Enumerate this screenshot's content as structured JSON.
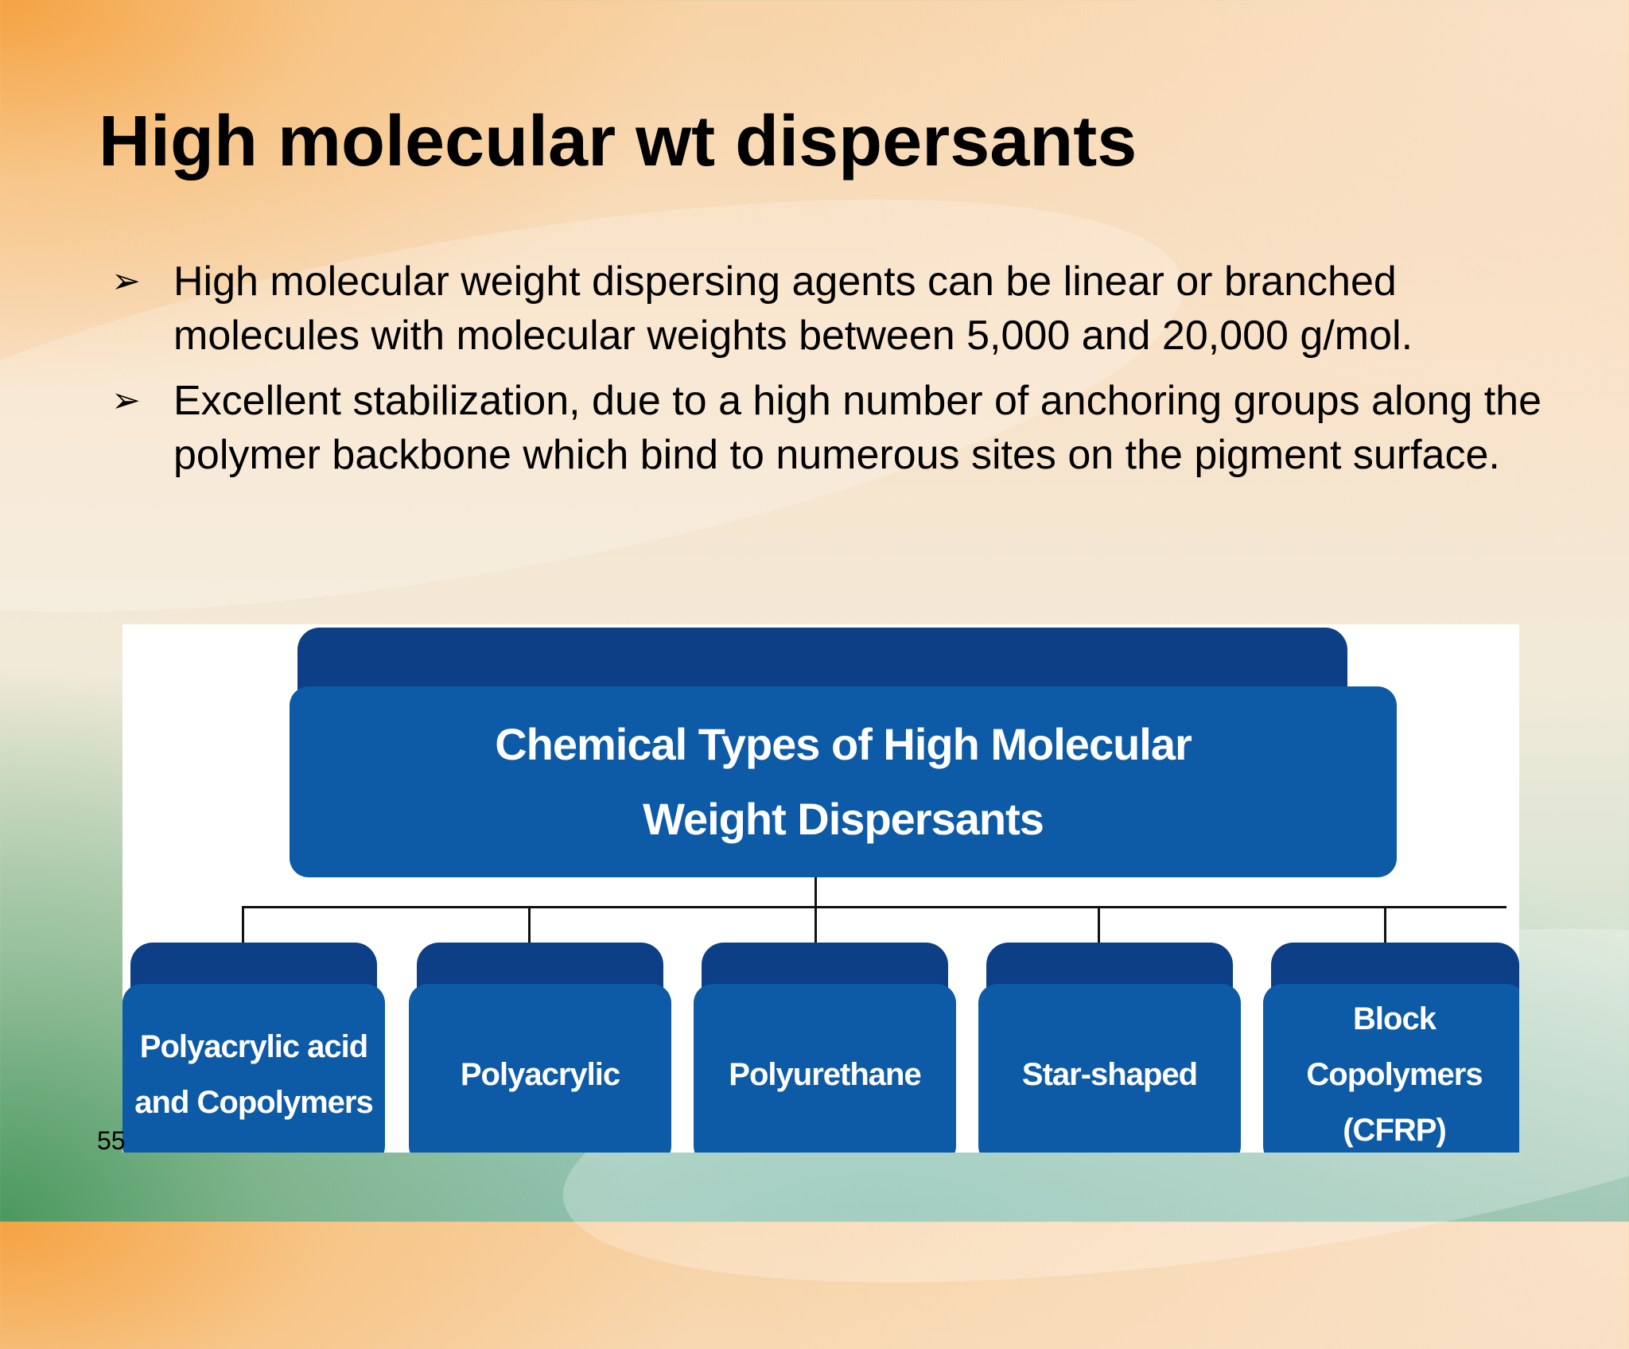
{
  "slide": {
    "title": "High molecular wt dispersants",
    "bullet_marker": "➢",
    "bullets": [
      "High molecular weight dispersing agents can be linear or branched molecules with molecular weights between 5,000 and 20,000 g/mol.",
      "Excellent  stabilization, due to a high number of anchoring groups along the polymer backbone which bind to numerous sites on the pigment surface."
    ],
    "page_number": "55"
  },
  "diagram": {
    "root": {
      "line1": "Chemical Types of High Molecular",
      "line2": "Weight Dispersants"
    },
    "children": [
      {
        "line1": "Polyacrylic acid",
        "line2": "and Copolymers"
      },
      {
        "line1": "Polyacrylic",
        "line2": ""
      },
      {
        "line1": "Polyurethane",
        "line2": ""
      },
      {
        "line1": "Star-shaped",
        "line2": ""
      },
      {
        "line1": "Block Copolymers",
        "line2": "(CFRP)"
      }
    ],
    "colors": {
      "box_front": "#0d5aa7",
      "box_back": "#0d3f86",
      "connector": "#111111",
      "text": "#ffffff"
    }
  }
}
